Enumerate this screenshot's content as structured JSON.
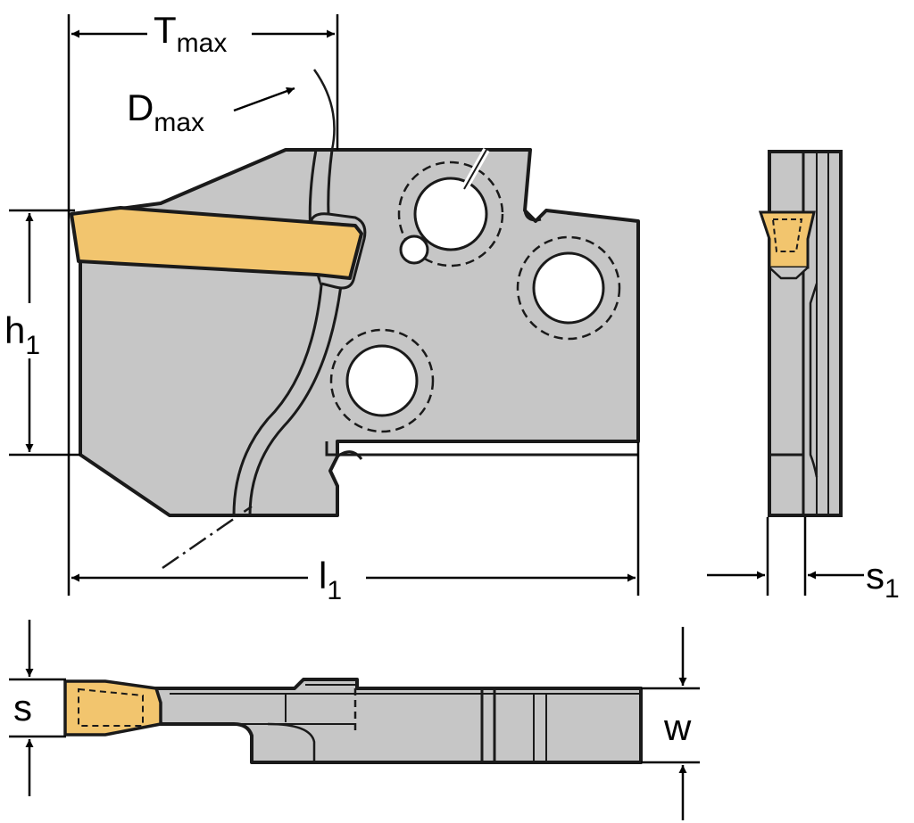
{
  "diagram": {
    "colors": {
      "body": "#c6c6c6",
      "insert": "#f2c56e",
      "outline": "#1a1a1a",
      "background": "#ffffff",
      "hole": "#ffffff"
    },
    "labels": {
      "t_max": {
        "main": "T",
        "sub": "max"
      },
      "d_max": {
        "main": "D",
        "sub": "max"
      },
      "h1": {
        "main": "h",
        "sub": "1"
      },
      "l1": {
        "main": "l",
        "sub": "1"
      },
      "s1": {
        "main": "s",
        "sub": "1"
      },
      "s": {
        "main": "s"
      },
      "w": {
        "main": "w"
      }
    }
  }
}
